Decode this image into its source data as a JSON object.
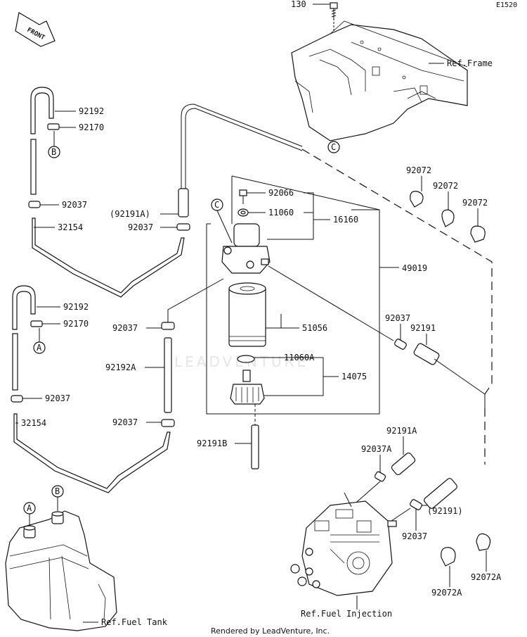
{
  "diagram_code": "E1520",
  "front_arrow_label": "FRONT",
  "watermark": "LEADVENTURE",
  "footer": "Rendered by LeadVenture, Inc.",
  "refs": {
    "frame": "Ref.Frame",
    "fuel_injection": "Ref.Fuel Injection",
    "fuel_tank": "Ref.Fuel Tank"
  },
  "callouts": {
    "A": "A",
    "B": "B",
    "C": "C"
  },
  "parts": {
    "p130": "130",
    "p92192_top": "92192",
    "p92170_top": "92170",
    "p92037_top": "92037",
    "p32154_top": "32154",
    "p92191A_paren": "(92191A)",
    "p92037_mid": "92037",
    "p92066": "92066",
    "p11060": "11060",
    "p16160": "16160",
    "p92072_1": "92072",
    "p92072_2": "92072",
    "p92072_3": "92072",
    "p49019": "49019",
    "p92192_low": "92192",
    "p92170_low": "92170",
    "p92037_left": "92037",
    "p51056": "51056",
    "p92037_r": "92037",
    "p92191": "92191",
    "p92192A": "92192A",
    "p11060A": "11060A",
    "p14075": "14075",
    "p92037_bl": "92037",
    "p32154_low": "32154",
    "p92037_bm": "92037",
    "p92191B": "92191B",
    "p92191A": "92191A",
    "p92037A": "92037A",
    "p92191_paren": "(92191)",
    "p92037_bot": "92037",
    "p92072A_1": "92072A",
    "p92072A_2": "92072A"
  }
}
